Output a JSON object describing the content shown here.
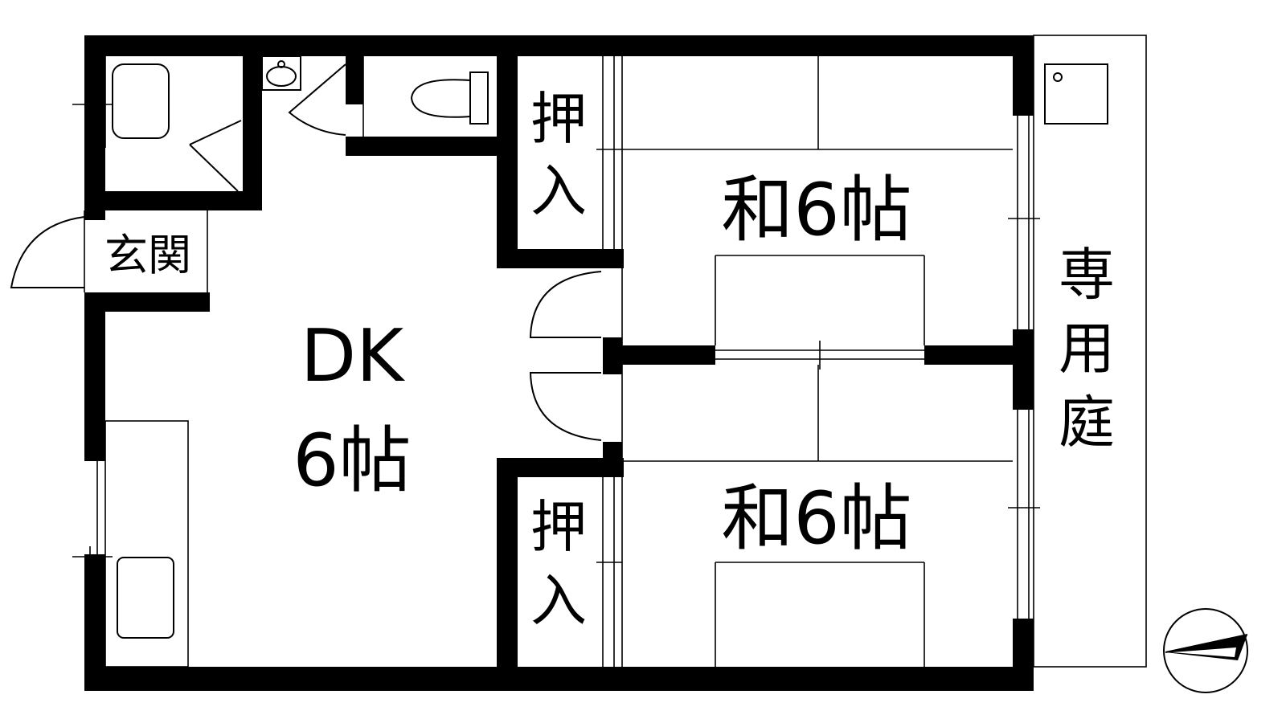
{
  "rooms": {
    "entrance": "玄関",
    "dk_name": "DK",
    "dk_size": "6帖",
    "closet_top_1": "押",
    "closet_top_2": "入",
    "closet_bottom_1": "押",
    "closet_bottom_2": "入",
    "washitsu_top": "和6帖",
    "washitsu_bottom": "和6帖",
    "garden_1": "専",
    "garden_2": "用",
    "garden_3": "庭"
  }
}
